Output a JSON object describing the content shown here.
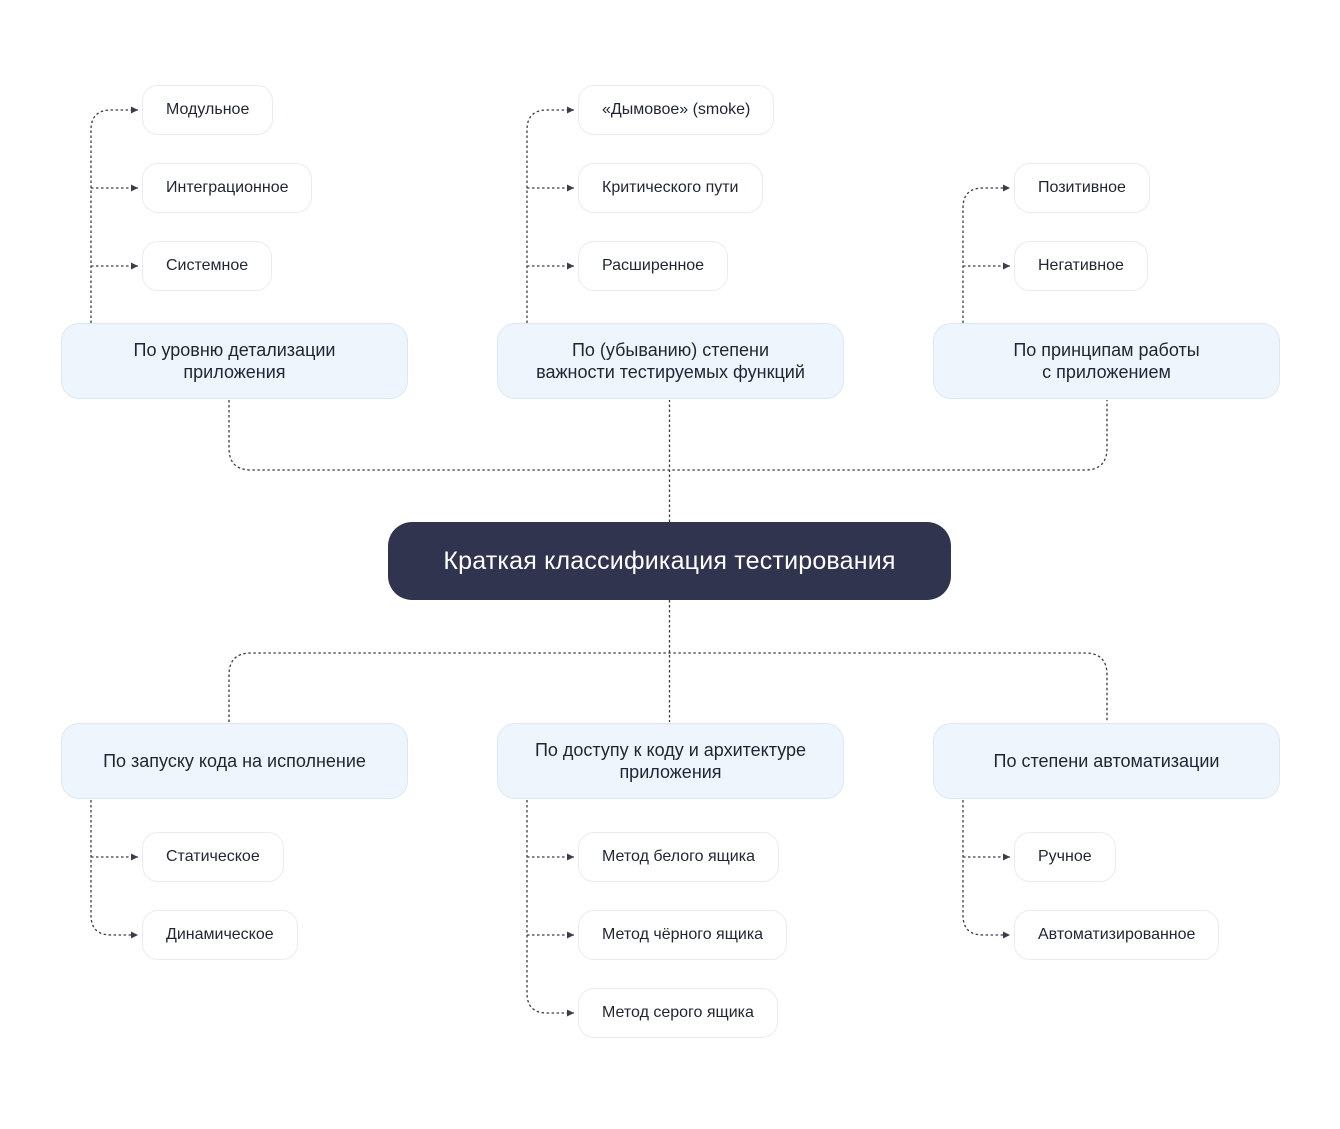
{
  "root": {
    "label": "Краткая классификация тестирования"
  },
  "categories": [
    {
      "title_lines": [
        "По уровню детализации",
        "приложения"
      ],
      "items": [
        "Модульное",
        "Интеграционное",
        "Системное"
      ]
    },
    {
      "title_lines": [
        "По (убыванию) степени",
        "важности тестируемых функций"
      ],
      "items": [
        "«Дымовое» (smoke)",
        "Критического пути",
        "Расширенное"
      ]
    },
    {
      "title_lines": [
        "По принципам работы",
        "с приложением"
      ],
      "items": [
        "Позитивное",
        "Негативное"
      ]
    },
    {
      "title_lines": [
        "По запуску кода на исполнение"
      ],
      "items": [
        "Статическое",
        "Динамическое"
      ]
    },
    {
      "title_lines": [
        "По доступу к коду и архитектуре",
        "приложения"
      ],
      "items": [
        "Метод белого ящика",
        "Метод чёрного ящика",
        "Метод серого ящика"
      ]
    },
    {
      "title_lines": [
        "По степени автоматизации"
      ],
      "items": [
        "Ручное",
        "Автоматизированное"
      ]
    }
  ],
  "colors": {
    "root_fill": "#30344e",
    "category_fill": "#eef5fd",
    "connector": "#3a3d4a"
  }
}
